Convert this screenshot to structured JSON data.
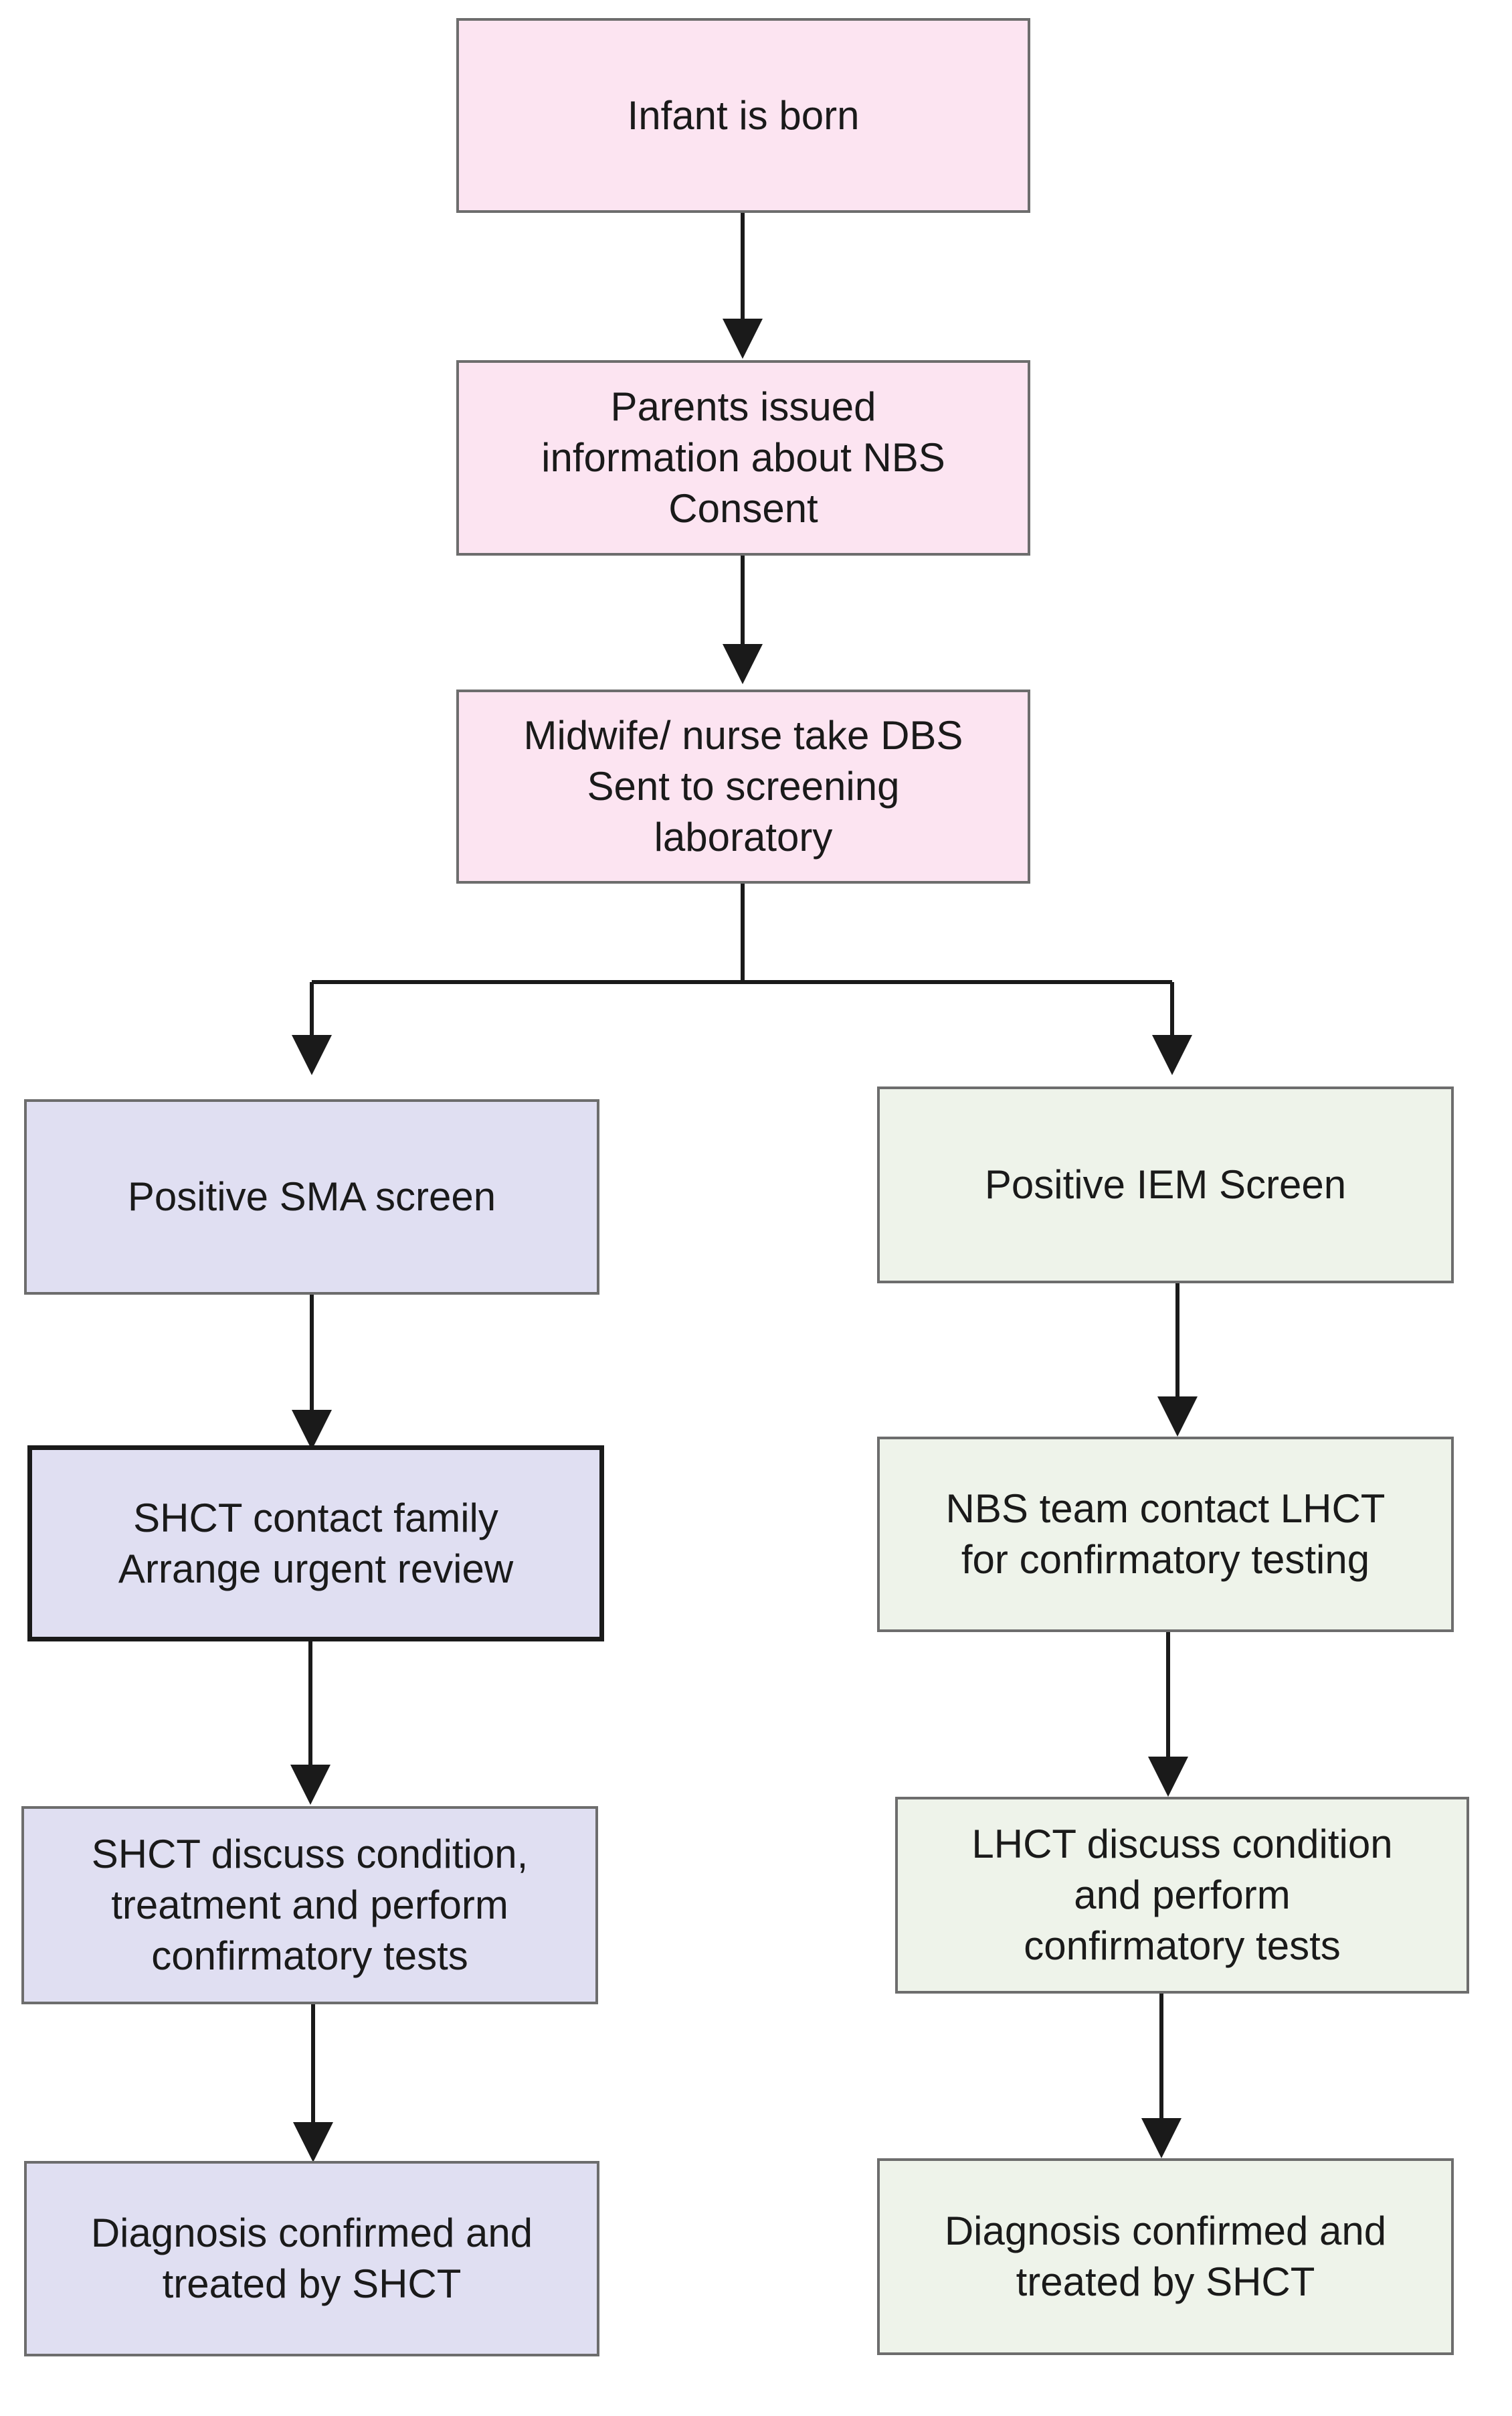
{
  "diagram": {
    "nodes": {
      "infant_born": "Infant is born",
      "parents_informed": "Parents issued\ninformation about NBS\nConsent",
      "midwife_dbs": "Midwife/ nurse  take DBS\nSent to screening\nlaboratory",
      "sma_positive": "Positive SMA screen",
      "shct_contact": "SHCT contact family\nArrange urgent review",
      "shct_discuss": "SHCT  discuss condition,\ntreatment and perform\nconfirmatory tests",
      "sma_diagnosis": "Diagnosis confirmed and\ntreated by SHCT",
      "iem_positive": "Positive IEM Screen",
      "nbs_contact": "NBS team contact LHCT\nfor confirmatory testing",
      "lhct_discuss": "LHCT discuss condition\nand perform\nconfirmatory tests",
      "iem_diagnosis": "Diagnosis confirmed and\ntreated by SHCT"
    },
    "colors": {
      "pink_fill": "#fce4f1",
      "purple_fill": "#e0dff2",
      "green_fill": "#eef3ea",
      "border": "#6d6d6d",
      "line": "#1a1a1a"
    }
  }
}
